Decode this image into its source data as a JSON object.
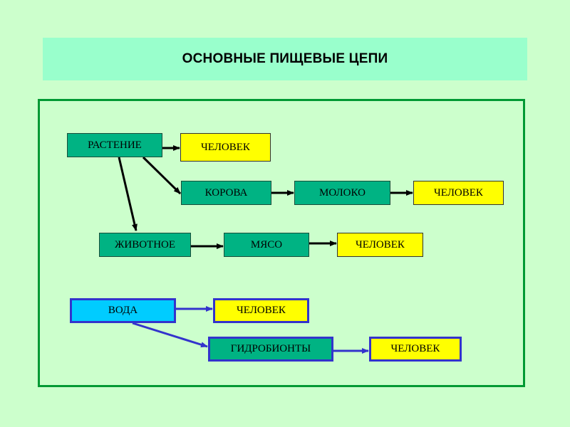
{
  "title": "ОСНОВНЫЕ ПИЩЕВЫЕ ЦЕПИ",
  "nodes": {
    "plant": "РАСТЕНИЕ",
    "human1": "ЧЕЛОВЕК",
    "cow": "КОРОВА",
    "milk": "МОЛОКО",
    "human2": "ЧЕЛОВЕК",
    "animal": "ЖИВОТНОЕ",
    "meat": "МЯСО",
    "human3": "ЧЕЛОВЕК",
    "water": "ВОДА",
    "human4": "ЧЕЛОВЕК",
    "hydrobionts": "ГИДРОБИОНТЫ",
    "human5": "ЧЕЛОВЕК"
  },
  "colors": {
    "background": "#ccffcc",
    "title_bar": "#99ffcc",
    "frame_border": "#009933",
    "producer_box": "#00b383",
    "human_box": "#ffff00",
    "water_box": "#00ccff",
    "black_arrow": "#000000",
    "blue_arrow": "#3333cc"
  }
}
